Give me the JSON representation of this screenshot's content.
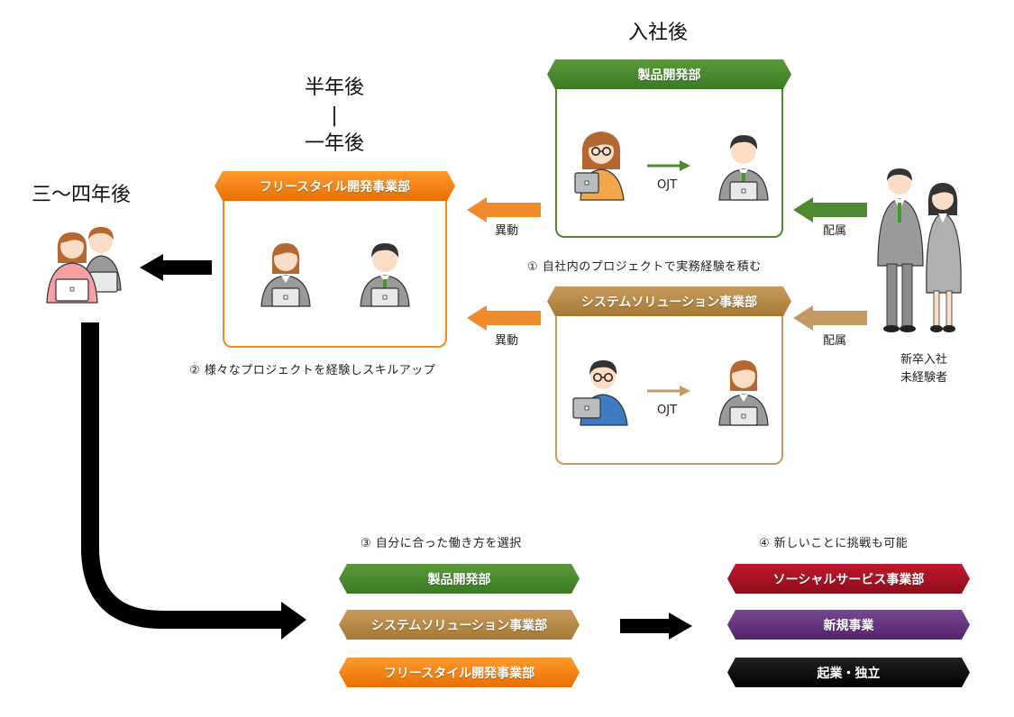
{
  "stages": {
    "after_join": "入社後",
    "half_year": "半年後",
    "separator": "|",
    "one_year": "一年後",
    "three_four_years": "三～四年後"
  },
  "departments": {
    "product_dev": "製品開発部",
    "system_solution": "システムソリューション事業部",
    "freestyle_dev": "フリースタイル開発事業部"
  },
  "transfer_labels": {
    "move": "異動",
    "assign": "配属"
  },
  "ojt_label": "OJT",
  "new_hire": {
    "line1": "新卒入社",
    "line2": "未経験者"
  },
  "captions": {
    "step1": "① 自社内のプロジェクトで実務経験を積む",
    "step2": "② 様々なプロジェクトを経験しスキルアップ",
    "step3": "③ 自分に合った働き方を選択",
    "step4": "④ 新しいことに挑戦も可能"
  },
  "choices": [
    {
      "label": "製品開発部"
    },
    {
      "label": "システムソリューション事業部"
    },
    {
      "label": "フリースタイル開発事業部"
    }
  ],
  "challenges": [
    {
      "label": "ソーシャルサービス事業部"
    },
    {
      "label": "新規事業"
    },
    {
      "label": "起業・独立"
    }
  ],
  "colors": {
    "green": "#3f7f26",
    "gold": "#b38545",
    "orange": "#f07a10",
    "red": "#a31225",
    "purple": "#5f2f7a",
    "black": "#000000"
  }
}
